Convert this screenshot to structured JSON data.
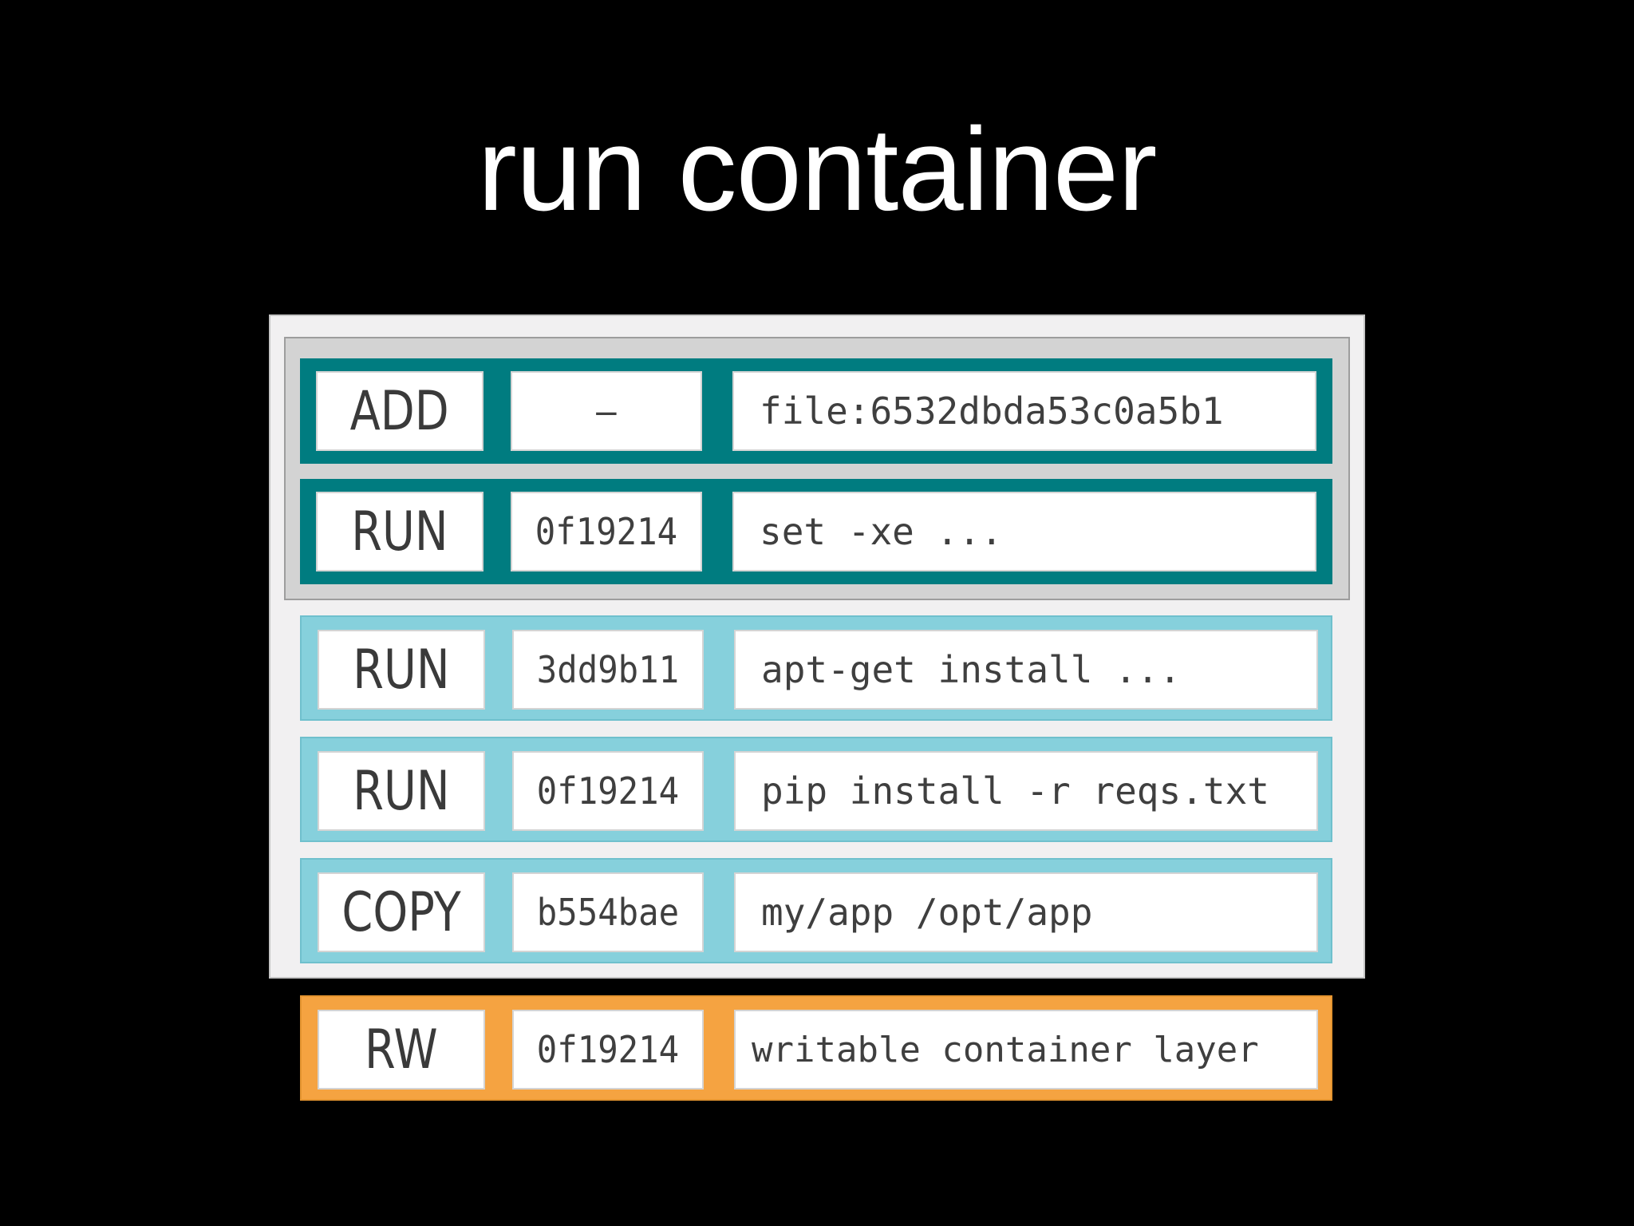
{
  "title": "run container",
  "colors": {
    "background": "#000000",
    "image_layer_dark": "#007c80",
    "image_layer_light": "#86d0dc",
    "container_layer": "#f5a341",
    "panel": "#f1f0f1",
    "base_panel": "#d3d3d3"
  },
  "layers": [
    {
      "instruction": "ADD",
      "id": "–",
      "command": "file:6532dbda53c0a5b1",
      "group": "base-image"
    },
    {
      "instruction": "RUN",
      "id": "0f19214",
      "command": "set -xe ...",
      "group": "base-image"
    },
    {
      "instruction": "RUN",
      "id": "3dd9b11",
      "command": "apt-get install ...",
      "group": "app-image"
    },
    {
      "instruction": "RUN",
      "id": "0f19214",
      "command": "pip install -r reqs.txt",
      "group": "app-image"
    },
    {
      "instruction": "COPY",
      "id": "b554bae",
      "command": "my/app /opt/app",
      "group": "app-image"
    }
  ],
  "container_layer": {
    "instruction": "RW",
    "id": "0f19214",
    "command": "writable container layer"
  }
}
